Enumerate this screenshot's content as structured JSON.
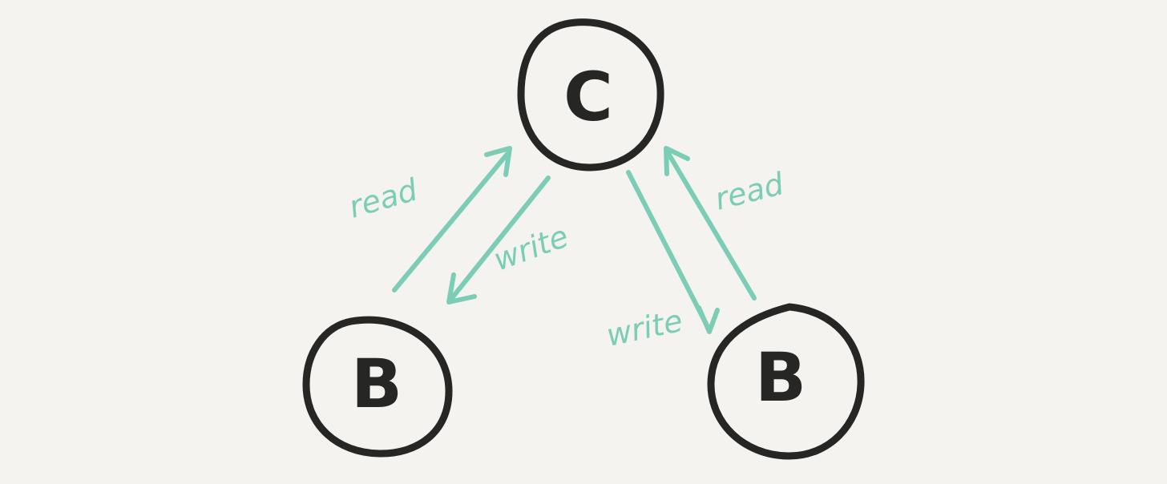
{
  "colors": {
    "background": "#f4f3f0",
    "node": "#262624",
    "edge": "#7ccdb5"
  },
  "nodes": [
    {
      "id": "top",
      "label": "C"
    },
    {
      "id": "left",
      "label": "B"
    },
    {
      "id": "right",
      "label": "B"
    }
  ],
  "edges": [
    {
      "id": "left-read",
      "from": "left",
      "to": "top",
      "label": "read"
    },
    {
      "id": "left-write",
      "from": "top",
      "to": "left",
      "label": "write"
    },
    {
      "id": "right-write",
      "from": "top",
      "to": "right",
      "label": "write"
    },
    {
      "id": "right-read",
      "from": "right",
      "to": "top",
      "label": "read"
    }
  ]
}
